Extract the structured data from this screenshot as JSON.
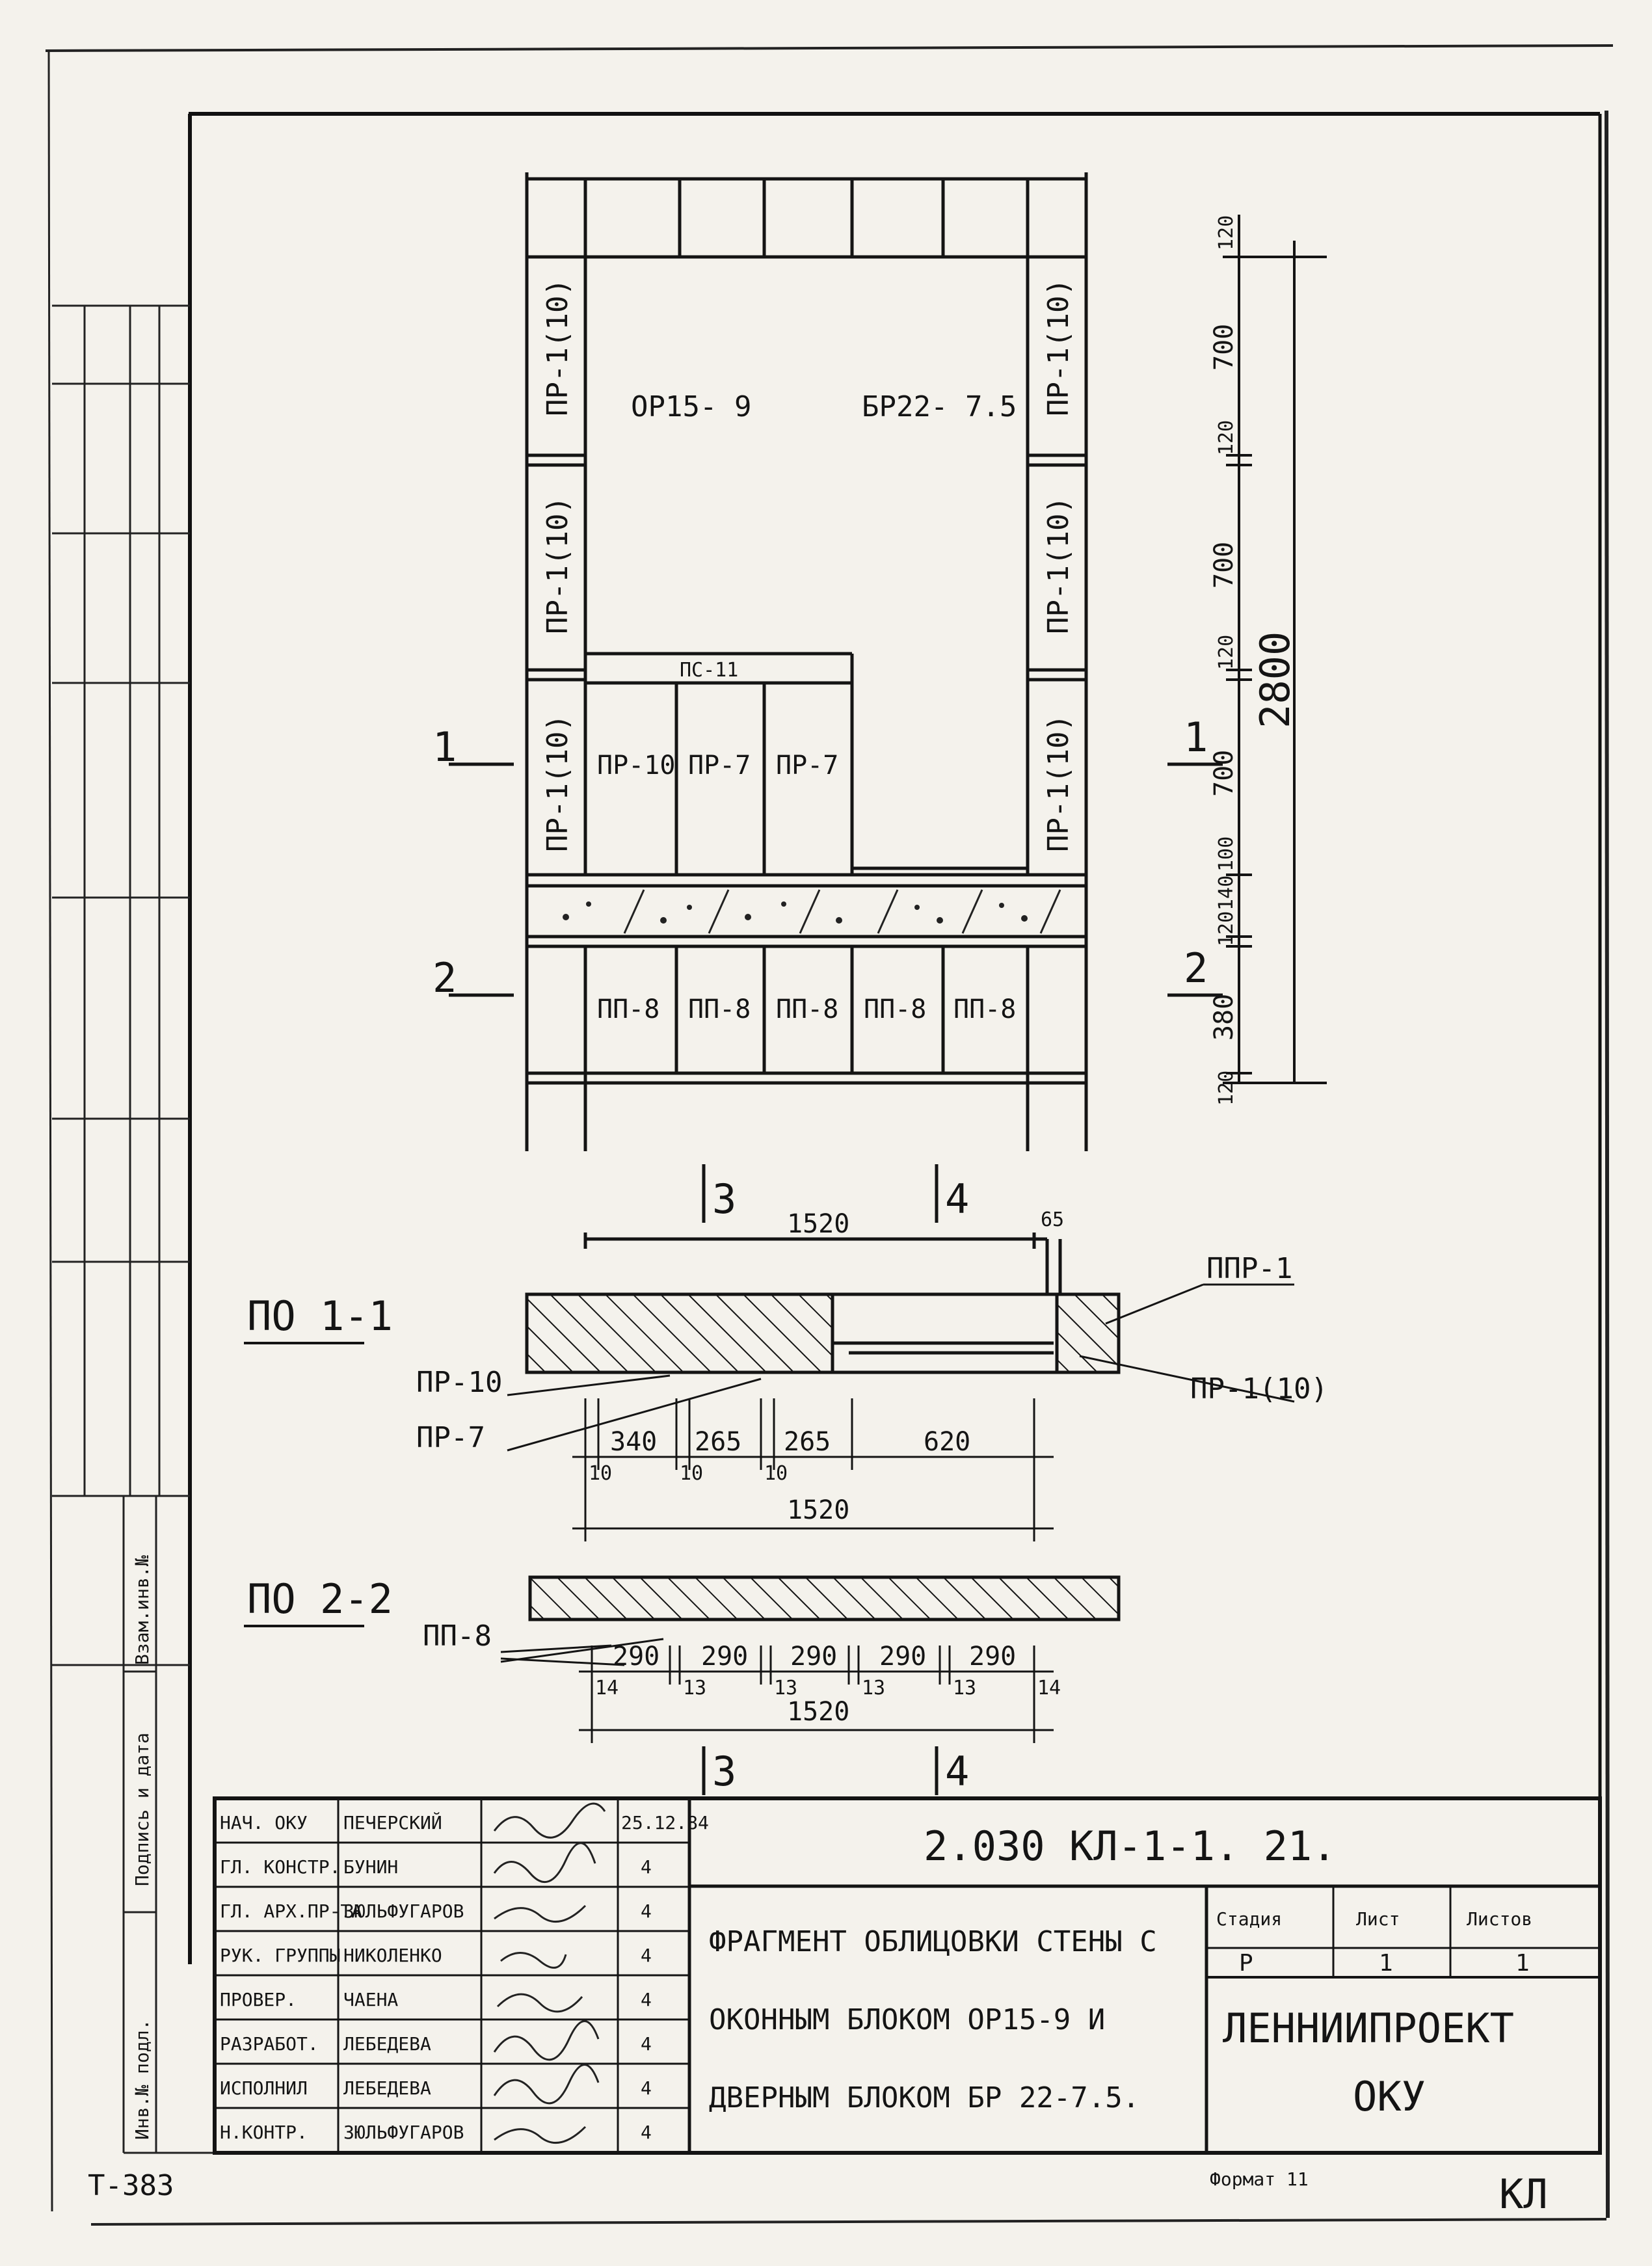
{
  "elevation": {
    "window_block": "ОР15- 9",
    "door_block": "БР22- 7.5",
    "side_panels": [
      "ПР-1(10)",
      "ПР-1(10)",
      "ПР-1(10)"
    ],
    "lintel": "ПС-11",
    "sill_panels": [
      "ПР-10",
      "ПР-7",
      "ПР-7"
    ],
    "base_panels": [
      "ПП-8",
      "ПП-8",
      "ПП-8",
      "ПП-8",
      "ПП-8"
    ],
    "section_marks": {
      "s1": "1",
      "s2": "2",
      "s3": "3",
      "s4": "4"
    },
    "vertical_dims": [
      "120",
      "700",
      "120",
      "700",
      "120",
      "700",
      "100",
      "140",
      "120",
      "380",
      "120"
    ],
    "total_height": "2800"
  },
  "section_1": {
    "title": "ПО 1-1",
    "top_dim": "1520",
    "gap_dim": "65",
    "labels": {
      "ppr": "ППР-1",
      "pr1": "ПР-1(10)",
      "pr10": "ПР-10",
      "pr7": "ПР-7"
    },
    "bottom_dims": [
      "340",
      "265",
      "265",
      "620"
    ],
    "joint_dims": [
      "10",
      "10",
      "10"
    ],
    "total": "1520"
  },
  "section_2": {
    "title": "ПО 2-2",
    "label": "ПП-8",
    "dims": [
      "290",
      "290",
      "290",
      "290",
      "290"
    ],
    "joint_dims": [
      "14",
      "13",
      "13",
      "13",
      "13",
      "14"
    ],
    "total": "1520"
  },
  "title_block": {
    "roles": [
      "НАЧ. ОКУ",
      "ГЛ. КОНСТР.",
      "ГЛ. АРХ.ПР-ТА",
      "РУК. ГРУППЫ",
      "ПРОВЕР.",
      "РАЗРАБОТ.",
      "ИСПОЛНИЛ",
      "Н.КОНТР."
    ],
    "names": [
      "ПЕЧЕРСКИЙ",
      "БУНИН",
      "ЗЮЛЬФУГАРОВ",
      "НИКОЛЕНКО",
      "ЧАЕНА",
      "ЛЕБЕДЕВА",
      "ЛЕБЕДЕВА",
      "ЗЮЛЬФУГАРОВ"
    ],
    "dates": [
      "25.12.84",
      "4",
      "4",
      "4",
      "4",
      "4",
      "4",
      "4"
    ],
    "code": "2.030 КЛ-1-1. 21.",
    "title_lines": [
      "ФРАГМЕНТ ОБЛИЦОВКИ СТЕНЫ С",
      "ОКОННЫМ БЛОКОМ ОР15-9 И",
      "ДВЕРНЫМ БЛОКОМ БР 22-7.5."
    ],
    "stage_header": "Стадия",
    "sheet_header": "Лист",
    "sheets_header": "Листов",
    "stage": "Р",
    "sheet": "1",
    "sheets": "1",
    "org": "ЛЕННИИПРОЕКТ",
    "dept": "ОКУ",
    "format": "Формат 11"
  },
  "margin": {
    "stamp_inv": "Инв.№ подл.",
    "stamp_sign": "Подпись и дата",
    "stamp_replace": "Взам.инв.№",
    "sheet_no": "Т-383",
    "corner": "КЛ"
  }
}
